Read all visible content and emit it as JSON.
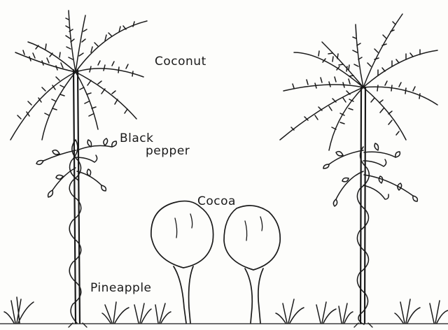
{
  "labels": {
    "coconut": "Coconut",
    "black": "Black",
    "pepper": "pepper",
    "cocoa": "Cocoa",
    "pineapple": "Pineapple"
  },
  "colors": {
    "ink": "#1a1a1a",
    "paper": "#fdfdfb"
  }
}
